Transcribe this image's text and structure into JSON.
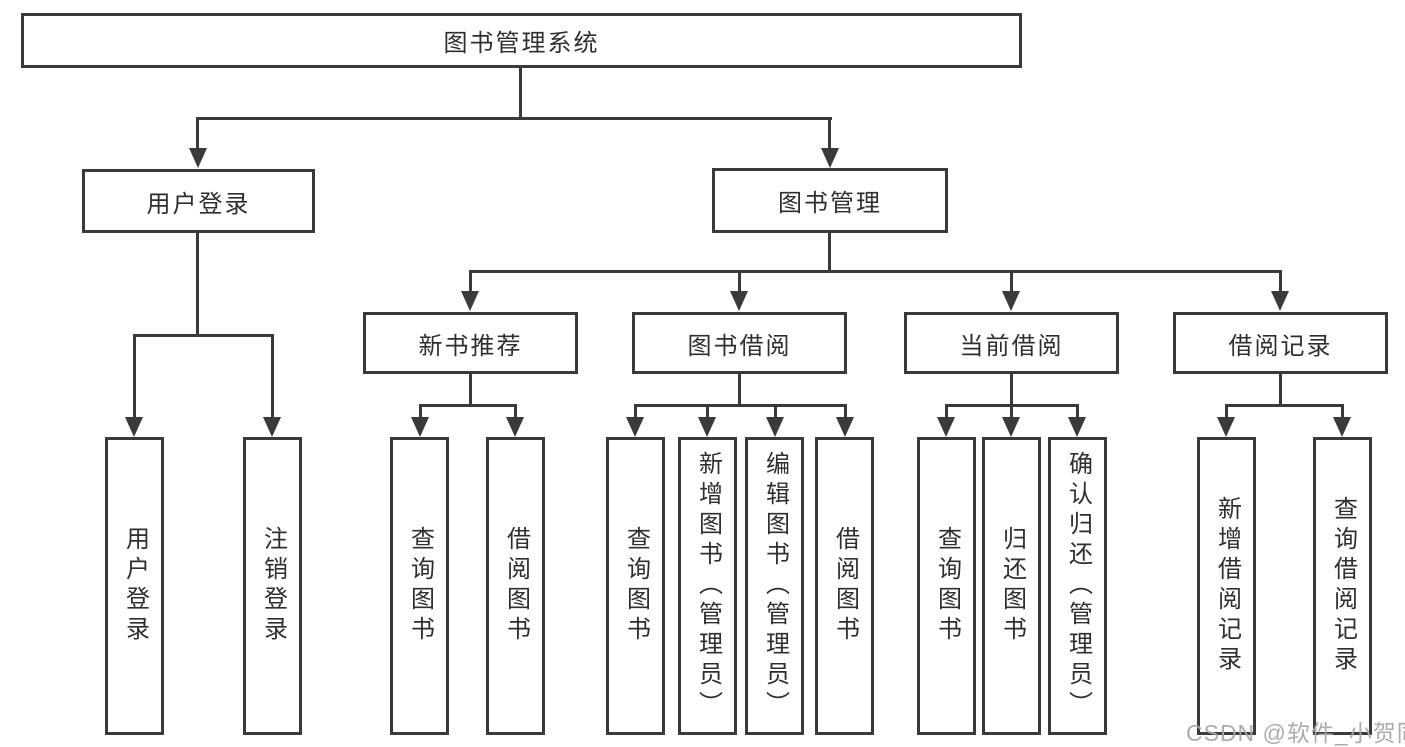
{
  "diagram": {
    "title": "图书管理系统",
    "root": {
      "label": "图书管理系统"
    },
    "level2": [
      {
        "label": "用户登录"
      },
      {
        "label": "图书管理"
      }
    ],
    "level3": [
      {
        "label": "新书推荐",
        "parent": "图书管理"
      },
      {
        "label": "图书借阅",
        "parent": "图书管理"
      },
      {
        "label": "当前借阅",
        "parent": "图书管理"
      },
      {
        "label": "借阅记录",
        "parent": "图书管理"
      }
    ],
    "leaves": [
      {
        "label": "用户登录",
        "parent": "用户登录"
      },
      {
        "label": "注销登录",
        "parent": "用户登录"
      },
      {
        "label": "查询图书",
        "parent": "新书推荐"
      },
      {
        "label": "借阅图书",
        "parent": "新书推荐"
      },
      {
        "label": "查询图书",
        "parent": "图书借阅"
      },
      {
        "label": "新增图书（管理员）",
        "parent": "图书借阅"
      },
      {
        "label": "编辑图书（管理员）",
        "parent": "图书借阅"
      },
      {
        "label": "借阅图书",
        "parent": "图书借阅"
      },
      {
        "label": "查询图书",
        "parent": "当前借阅"
      },
      {
        "label": "归还图书",
        "parent": "当前借阅"
      },
      {
        "label": "确认归还（管理员）",
        "parent": "当前借阅"
      },
      {
        "label": "新增借阅记录",
        "parent": "借阅记录"
      },
      {
        "label": "查询借阅记录",
        "parent": "借阅记录"
      }
    ]
  },
  "watermark": {
    "text": "CSDN @软件_小贺同学"
  },
  "colors": {
    "line": "#3a3a3a",
    "text": "#2f2f2f",
    "watermark": "#a8a8a8",
    "background": "#ffffff"
  }
}
